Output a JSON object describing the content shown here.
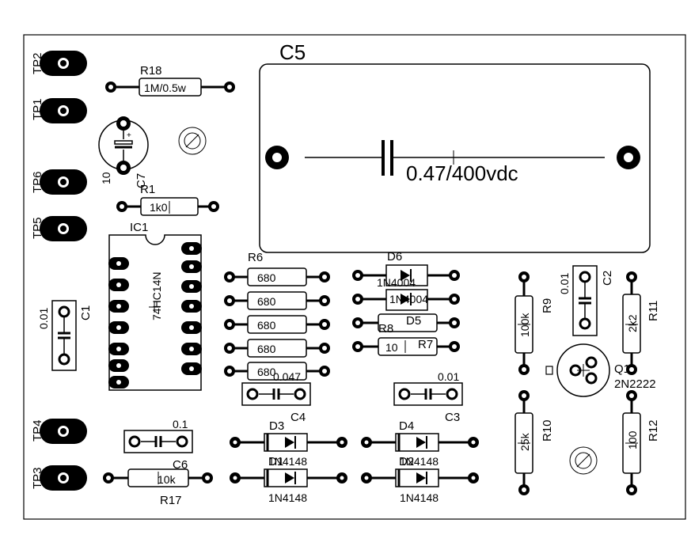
{
  "board": {
    "outline_color": "#000000",
    "background": "#ffffff"
  },
  "test_points": [
    {
      "id": "tp2",
      "label": "TP2"
    },
    {
      "id": "tp1",
      "label": "TP1"
    },
    {
      "id": "tp6",
      "label": "TP6"
    },
    {
      "id": "tp5",
      "label": "TP5"
    },
    {
      "id": "tp4",
      "label": "TP4"
    },
    {
      "id": "tp3",
      "label": "TP3"
    }
  ],
  "r18": {
    "ref": "R18",
    "value": "1M/0.5w"
  },
  "c7": {
    "ref": "C7",
    "value": "10"
  },
  "r1": {
    "ref": "R1",
    "value": "1k0"
  },
  "ic1": {
    "ref": "IC1",
    "value": "74HC14N"
  },
  "c1": {
    "ref": "C1",
    "value": "0.01"
  },
  "c5": {
    "ref": "C5",
    "value": "0.47/400vdc"
  },
  "r6": {
    "ref": "R6",
    "value": "680"
  },
  "r2": {
    "value": "680"
  },
  "r3": {
    "value": "680"
  },
  "r4": {
    "value": "680"
  },
  "r5": {
    "value": "680"
  },
  "d6": {
    "ref": "D6",
    "value": "1N4004"
  },
  "d5_top": {
    "value": "1N4004"
  },
  "r8": {
    "ref": "R8"
  },
  "d5": {
    "ref": "D5"
  },
  "r7": {
    "ref": "R7",
    "value": "10"
  },
  "c4": {
    "ref": "C4",
    "value": "0.047"
  },
  "c3": {
    "ref": "C3",
    "value": "0.01"
  },
  "c6": {
    "ref": "C6",
    "value": "0.1"
  },
  "r17": {
    "ref": "R17",
    "value": "10k"
  },
  "d3": {
    "ref": "D3",
    "value": "1N4148"
  },
  "d1": {
    "ref": "D1",
    "value": "1N4148"
  },
  "d4": {
    "ref": "D4",
    "value": "1N4148"
  },
  "d2": {
    "ref": "D2",
    "value": "1N4148"
  },
  "r9": {
    "ref": "R9",
    "value": "100k"
  },
  "r10": {
    "ref": "R10",
    "value": "25k"
  },
  "c2": {
    "ref": "C2",
    "value": "0.01"
  },
  "r11": {
    "ref": "R11",
    "value": "2k2"
  },
  "q1": {
    "ref": "Q1",
    "value": "2N2222"
  },
  "r12": {
    "ref": "R12",
    "value": "100"
  }
}
